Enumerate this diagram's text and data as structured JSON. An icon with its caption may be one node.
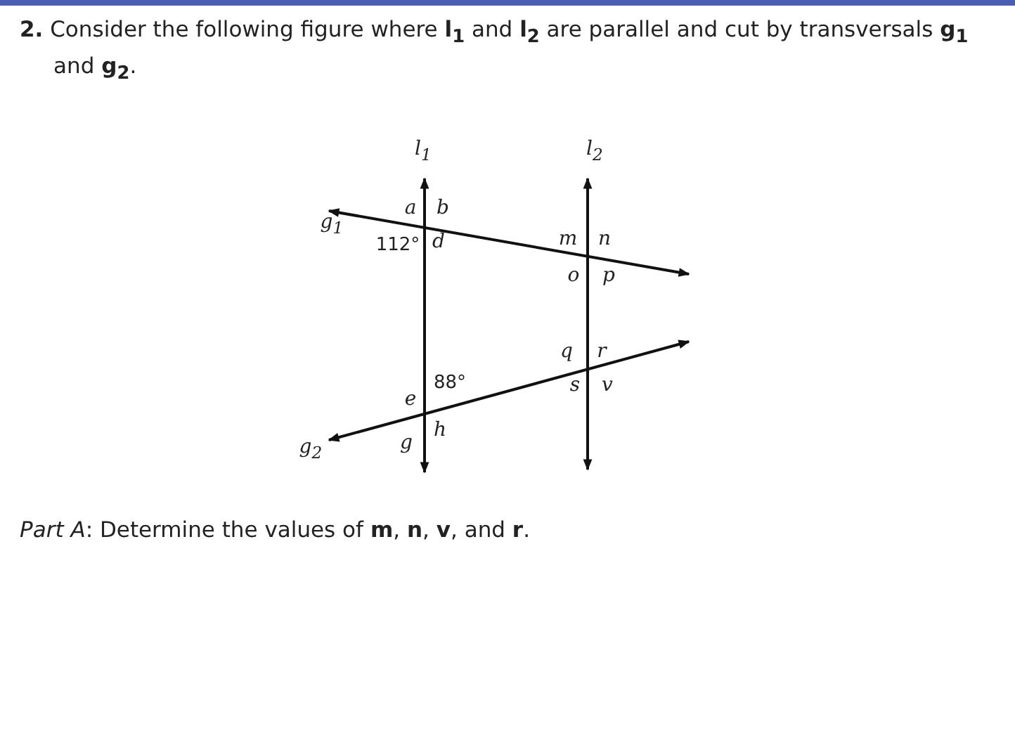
{
  "diagram": {
    "title": "**2.** Consider the following figure where **l$_{1}$** and **l$_{2}$** are parallel and cut by transversals **g$_{1}$** and **g$_{2}$**.",
    "caption": "*Part A*: Determine the values of **m**, **n**, **v**, and **r**.",
    "labels": [
      "l$_{1}$",
      "l$_{2}$",
      "a",
      "b",
      "g$_{1}$",
      "112°",
      "d",
      "m",
      "n",
      "o",
      "p",
      "q",
      "r",
      "88°",
      "s",
      "v",
      "e",
      "h",
      "g$_{2}$",
      "g"
    ]
  }
}
